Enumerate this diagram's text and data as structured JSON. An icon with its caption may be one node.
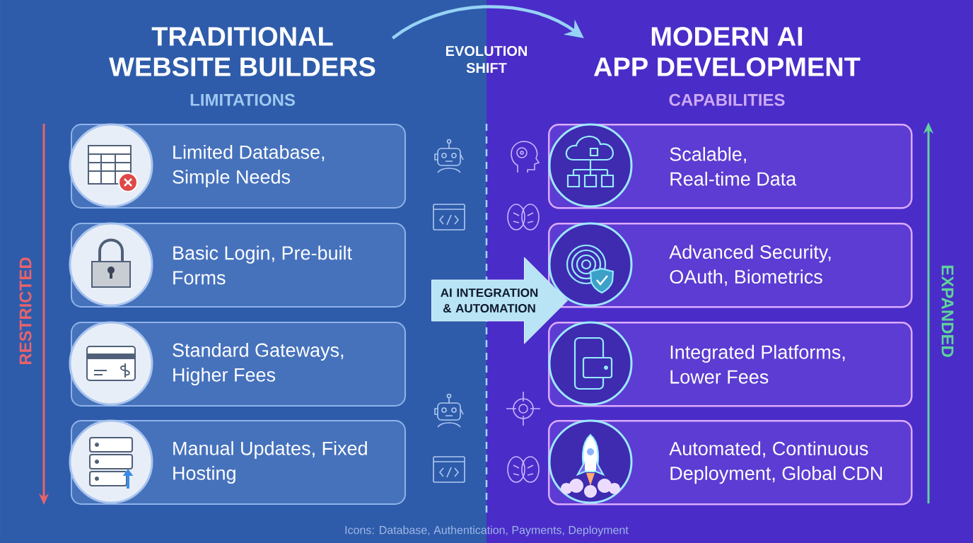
{
  "diagram": {
    "nodes": [
      {
        "text": [
          "TRADITIONAL WEBSITE BUILDERS",
          "LIMITATIONS"
        ]
      },
      {
        "text": [
          "MODERN AI APP DEVELOPMENT",
          "CAPABILITIES"
        ]
      },
      {
        "text": [
          "Limited Database, Simple Needs"
        ]
      },
      {
        "text": [
          "Basic Login, Pre-built Forms"
        ]
      },
      {
        "text": [
          "Standard Gateways, Higher Fees"
        ]
      },
      {
        "text": [
          "Manual Updates, Fixed Hosting"
        ]
      },
      {
        "text": [
          "Scalable, Real-time Data"
        ]
      },
      {
        "text": [
          "Advanced Security, OAuth, Biometrics"
        ]
      },
      {
        "text": [
          "Integrated Platforms, Lower Fees"
        ]
      },
      {
        "text": [
          "Automated, Continuous Deployment, Global CDN"
        ]
      },
      {
        "text": [
          "AI INTEGRATION & AUTOMATION"
        ]
      }
    ],
    "edges": [
      {
        "from": 0,
        "to": 1,
        "arrow": "to",
        "label": "EVOLUTION SHIFT"
      }
    ],
    "labels": [
      "RESTRICTED",
      "EXPANDED"
    ],
    "caption": "Icons: Database, Authentication, Payments, Deployment"
  }
}
